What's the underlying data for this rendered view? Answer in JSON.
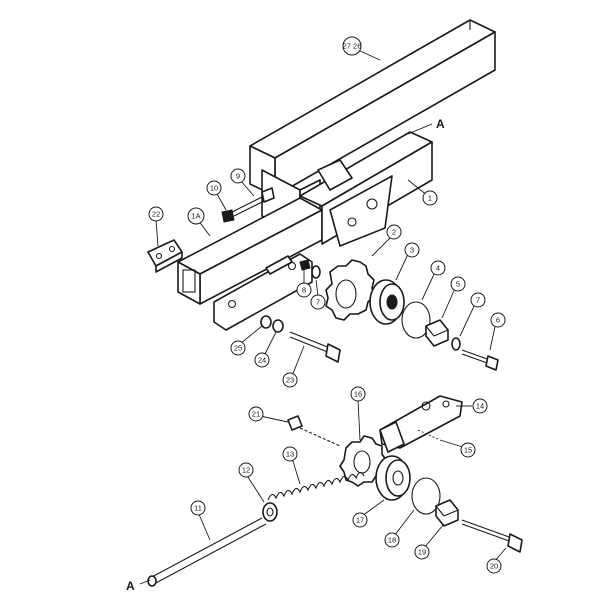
{
  "callouts": {
    "c1": "1",
    "c1a": "1A",
    "c2": "2",
    "c3": "3",
    "c4": "4",
    "c5": "5",
    "c6": "6",
    "c7a": "7",
    "c7b": "7",
    "c8": "8",
    "c9": "9",
    "c10": "10",
    "c11": "11",
    "c12": "12",
    "c13": "13",
    "c14": "14",
    "c15": "15",
    "c16": "16",
    "c17": "17",
    "c18": "18",
    "c19": "19",
    "c20": "20",
    "c21": "21",
    "c22": "22",
    "c23": "23",
    "c24": "24",
    "c25": "25",
    "c2726": "27 26"
  },
  "refs": {
    "top": "A",
    "bottom": "A"
  }
}
